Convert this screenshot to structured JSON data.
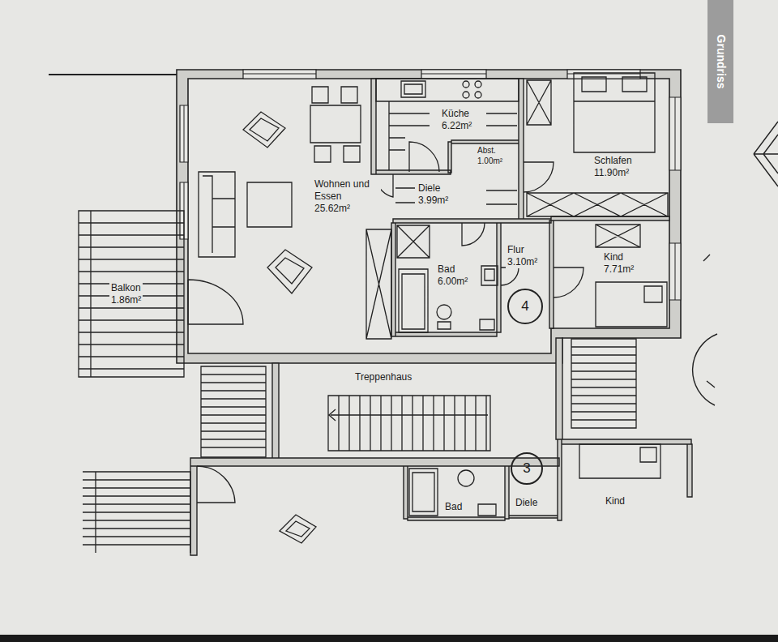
{
  "diagram": {
    "nodes": [
      {
        "text": [
          "Wohnen und Essen",
          "25.62m²"
        ]
      },
      {
        "text": [
          "Küche",
          "6.22m²"
        ]
      },
      {
        "text": [
          "Abst.",
          "1.00m²"
        ]
      },
      {
        "text": [
          "Diele",
          "3.99m²"
        ]
      },
      {
        "text": [
          "Schlafen",
          "11.90m²"
        ]
      },
      {
        "text": [
          "Bad",
          "6.00m²"
        ]
      },
      {
        "text": [
          "Flur",
          "3.10m²"
        ]
      },
      {
        "text": [
          "Kind",
          "7.71m²"
        ]
      },
      {
        "text": [
          "4"
        ]
      },
      {
        "text": [
          "Balkon",
          "1.86m²"
        ]
      },
      {
        "text": [
          "Treppenhaus"
        ]
      },
      {
        "text": [
          "Bad"
        ]
      },
      {
        "text": [
          "3"
        ]
      },
      {
        "text": [
          "Diele"
        ]
      },
      {
        "text": [
          "Kind"
        ]
      },
      {
        "text": [
          "Grundriss"
        ]
      }
    ]
  }
}
